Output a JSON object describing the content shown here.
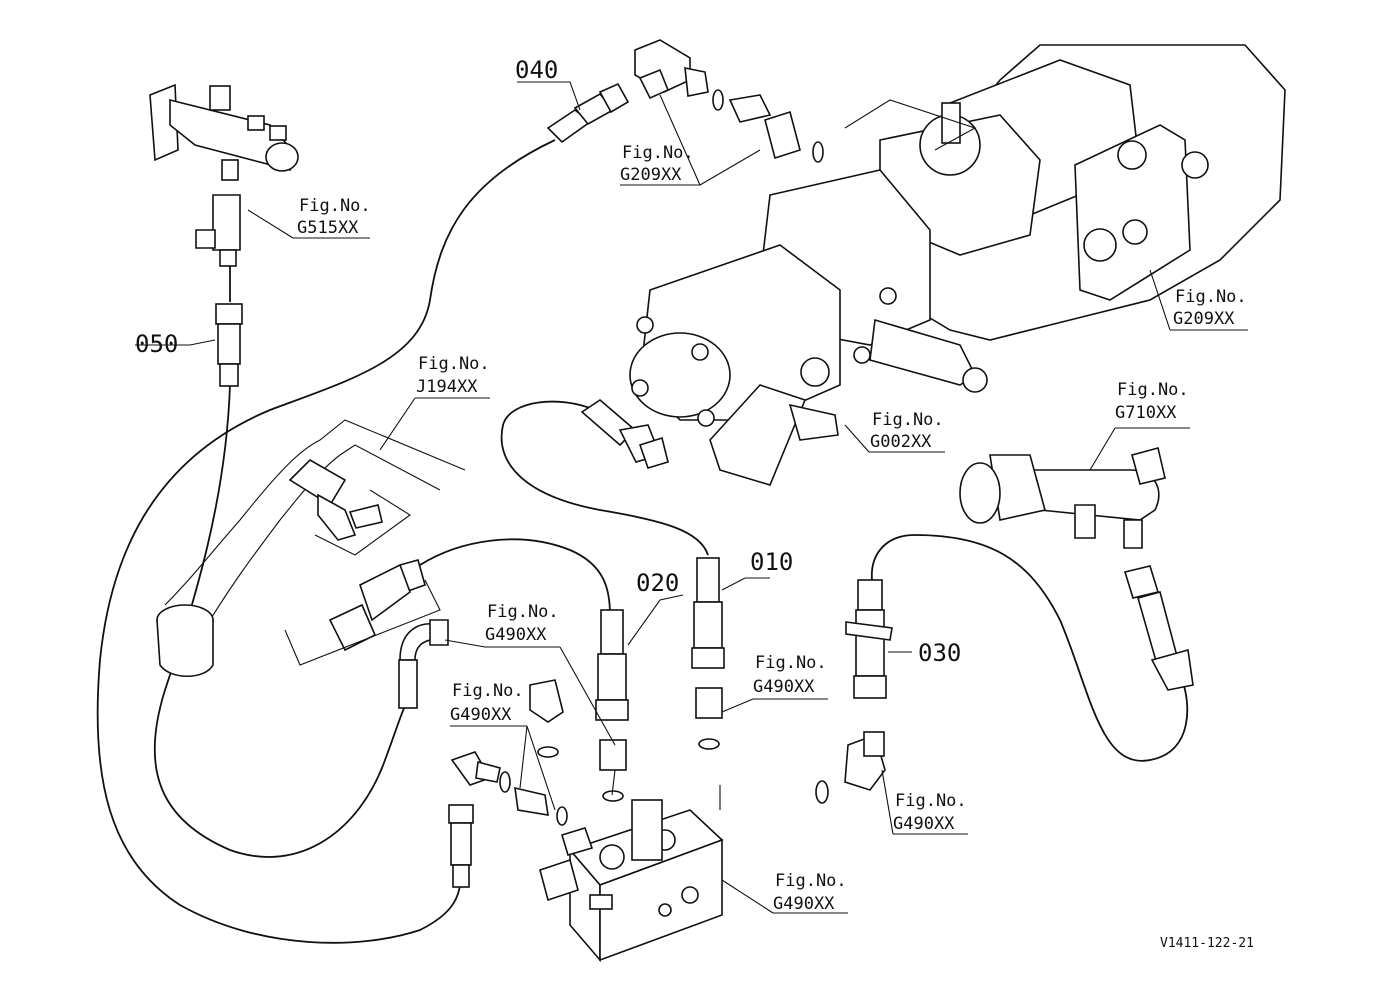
{
  "parts": [
    {
      "num": "010"
    },
    {
      "num": "020"
    },
    {
      "num": "030"
    },
    {
      "num": "040"
    },
    {
      "num": "050"
    }
  ],
  "refs": [
    {
      "label": "Fig.No.",
      "code": "G209XX"
    },
    {
      "label": "Fig.No.",
      "code": "G515XX"
    },
    {
      "label": "Fig.No.",
      "code": "G209XX"
    },
    {
      "label": "Fig.No.",
      "code": "J194XX"
    },
    {
      "label": "Fig.No.",
      "code": "G002XX"
    },
    {
      "label": "Fig.No.",
      "code": "G710XX"
    },
    {
      "label": "Fig.No.",
      "code": "G490XX"
    },
    {
      "label": "Fig.No.",
      "code": "G490XX"
    },
    {
      "label": "Fig.No.",
      "code": "G490XX"
    },
    {
      "label": "Fig.No.",
      "code": "G490XX"
    },
    {
      "label": "Fig.No.",
      "code": "G490XX"
    }
  ],
  "drawing_code": "V1411-122-21"
}
